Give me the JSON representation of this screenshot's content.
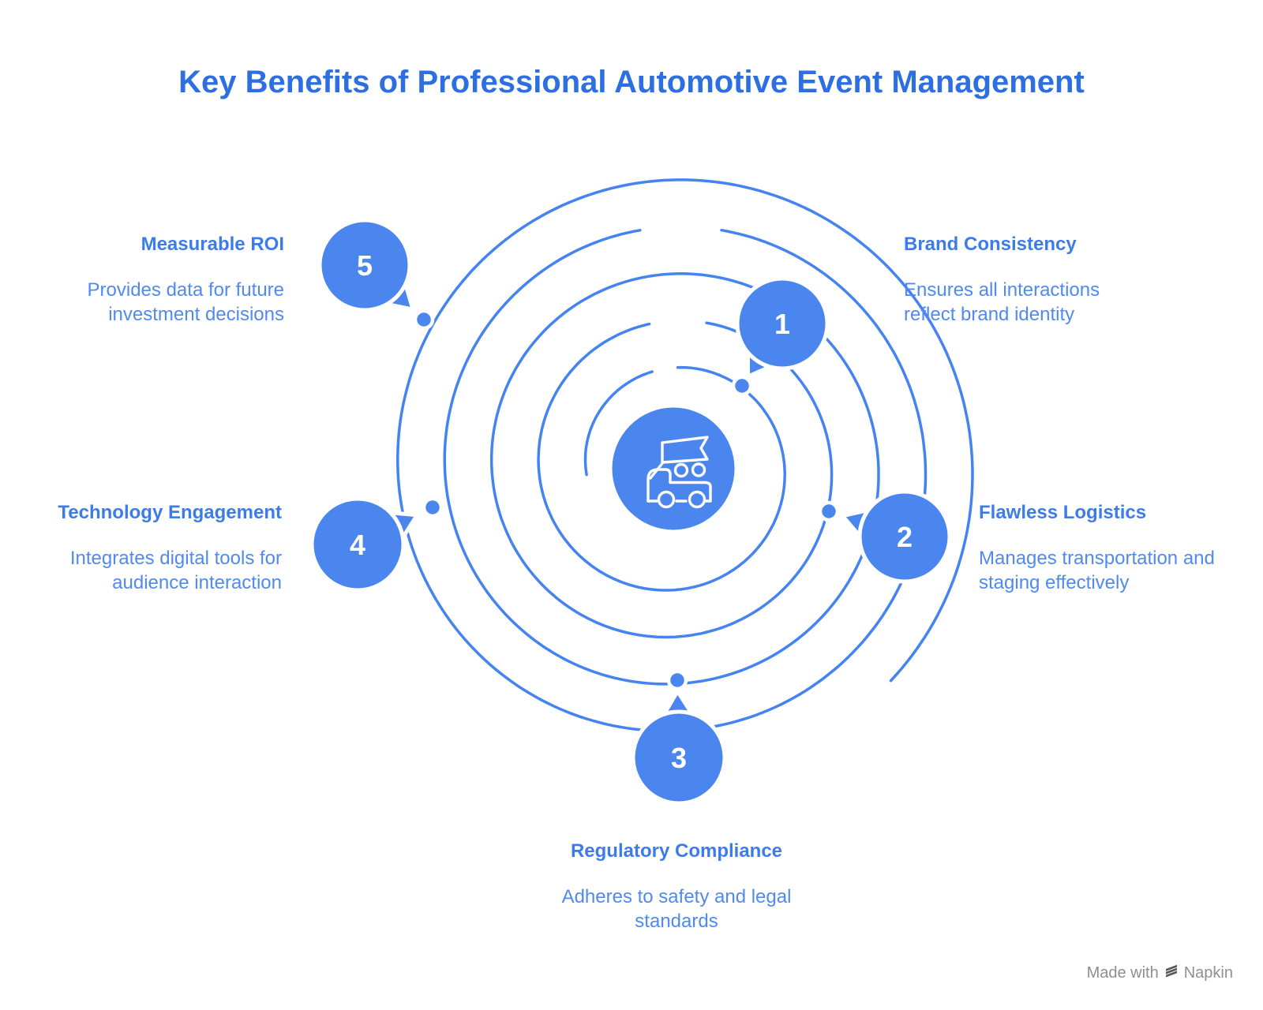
{
  "title": "Key Benefits of Professional Automotive Event Management",
  "items": [
    {
      "number": "1",
      "heading": "Brand Consistency",
      "description": "Ensures all interactions reflect brand identity"
    },
    {
      "number": "2",
      "heading": "Flawless Logistics",
      "description": "Manages transportation and staging effectively"
    },
    {
      "number": "3",
      "heading": "Regulatory Compliance",
      "description": "Adheres to safety and legal standards"
    },
    {
      "number": "4",
      "heading": "Technology Engagement",
      "description": "Integrates digital tools for audience interaction"
    },
    {
      "number": "5",
      "heading": "Measurable ROI",
      "description": "Provides data for future investment decisions"
    }
  ],
  "center_icon": "truck-flag-icon",
  "footer": {
    "text_prefix": "Made with",
    "brand": "Napkin",
    "icon": "napkin-icon"
  },
  "colors": {
    "accent": "#4b86ee",
    "line": "#4583f1",
    "title": "#2d6fe1",
    "heading": "#3c7ce9",
    "desc": "#5089f0",
    "footer": "#8b9097",
    "footer-icon": "#53585e"
  }
}
